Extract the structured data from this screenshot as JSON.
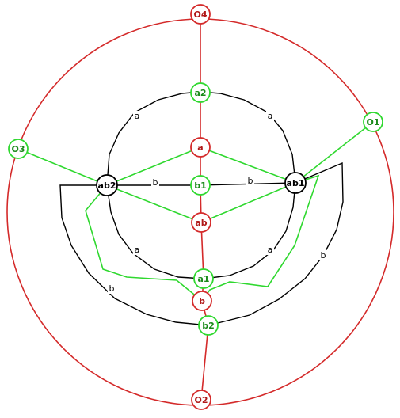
{
  "colors": {
    "red": "#d42a2a",
    "green": "#2fd82f",
    "black": "#000000",
    "background": "#ffffff",
    "red_text": "#b01818",
    "green_text": "#1a8a1a"
  },
  "nodes": {
    "O4": {
      "label": "O4",
      "color": "red"
    },
    "a2": {
      "label": "a2",
      "color": "green"
    },
    "O1": {
      "label": "O1",
      "color": "green"
    },
    "O3": {
      "label": "O3",
      "color": "green"
    },
    "a": {
      "label": "a",
      "color": "red"
    },
    "ab2": {
      "label": "ab2",
      "color": "black"
    },
    "b1": {
      "label": "b1",
      "color": "green"
    },
    "ab1": {
      "label": "ab1",
      "color": "black"
    },
    "ab": {
      "label": "ab",
      "color": "red"
    },
    "a1": {
      "label": "a1",
      "color": "green"
    },
    "b": {
      "label": "b",
      "color": "red"
    },
    "b2": {
      "label": "b2",
      "color": "green"
    },
    "O2": {
      "label": "O2",
      "color": "red"
    }
  },
  "edge_labels": {
    "a_upper_left": "a",
    "a_upper_right": "a",
    "b_left": "b",
    "b_right": "b",
    "a_lower_left": "a",
    "a_lower_right": "a",
    "b_outer_left": "b",
    "b_outer_right": "b"
  }
}
